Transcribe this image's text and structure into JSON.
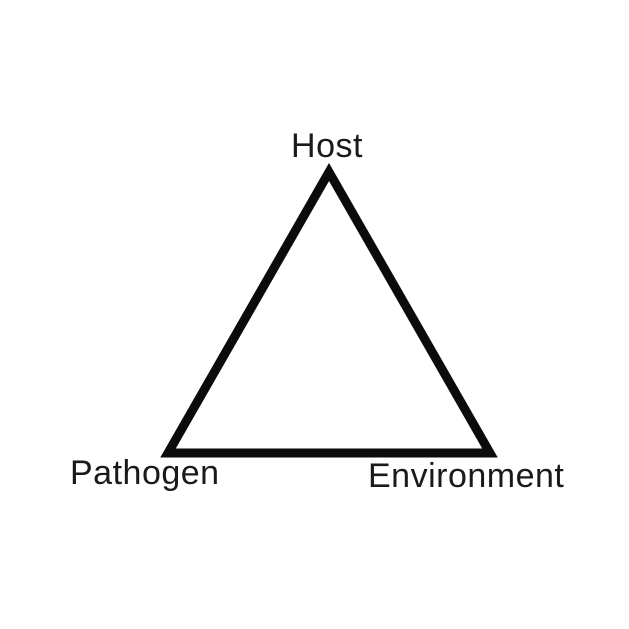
{
  "diagram": {
    "type": "triangle",
    "description": "Epidemiologic triangle diagram with three labeled vertices",
    "nodes": [
      {
        "id": "host",
        "label": "Host",
        "position": "top"
      },
      {
        "id": "pathogen",
        "label": "Pathogen",
        "position": "bottom-left"
      },
      {
        "id": "environment",
        "label": "Environment",
        "position": "bottom-right"
      }
    ],
    "colors": {
      "stroke": "#0b0b0b",
      "text": "#1a1a1a",
      "background": "#ffffff"
    },
    "stroke_width": 9
  }
}
